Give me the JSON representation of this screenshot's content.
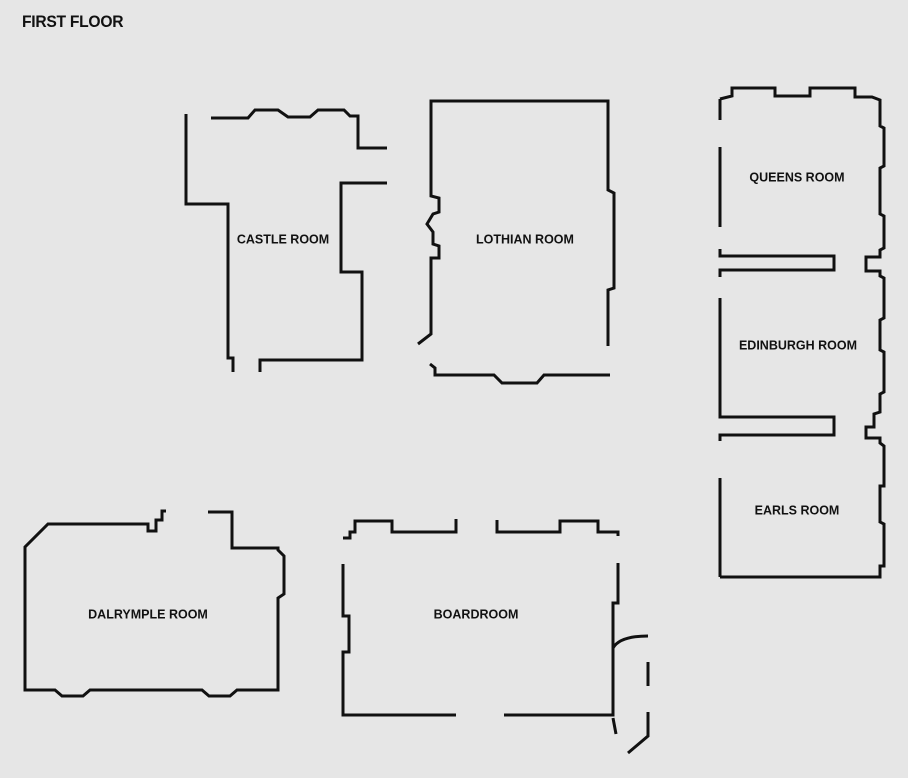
{
  "floor": {
    "title": "FIRST FLOOR"
  },
  "rooms": {
    "castle": "CASTLE ROOM",
    "lothian": "LOTHIAN ROOM",
    "queens": "QUEENS ROOM",
    "edinburgh": "EDINBURGH ROOM",
    "earls": "EARLS ROOM",
    "dalrymple": "DALRYMPLE ROOM",
    "boardroom": "BOARDROOM"
  },
  "colors": {
    "background": "#e6e6e6",
    "walls": "#111111"
  }
}
